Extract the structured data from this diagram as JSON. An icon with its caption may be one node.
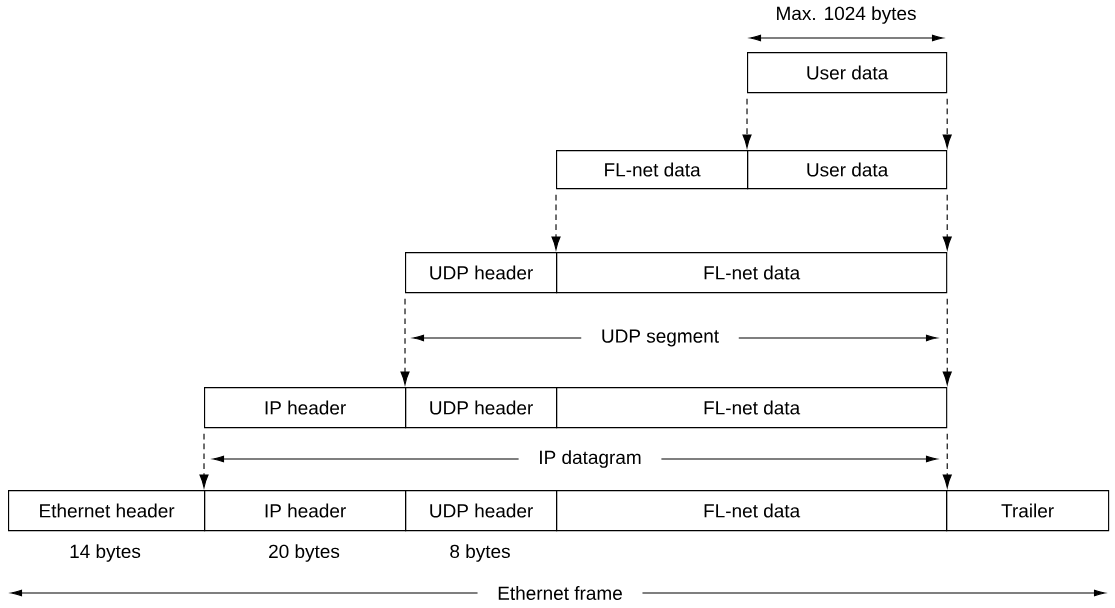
{
  "diagram": {
    "nodes": [
      {
        "text": [
          "User data"
        ]
      },
      {
        "text": [
          "FL-net data"
        ]
      },
      {
        "text": [
          "User data"
        ]
      },
      {
        "text": [
          "UDP header"
        ]
      },
      {
        "text": [
          "FL-net data"
        ]
      },
      {
        "text": [
          "IP header"
        ]
      },
      {
        "text": [
          "UDP header"
        ]
      },
      {
        "text": [
          "FL-net data"
        ]
      },
      {
        "text": [
          "Ethernet header"
        ],
        "beside": [
          "14 bytes"
        ]
      },
      {
        "text": [
          "IP header"
        ],
        "beside": [
          "20 bytes"
        ]
      },
      {
        "text": [
          "UDP header"
        ],
        "beside": [
          "8 bytes"
        ]
      },
      {
        "text": [
          "FL-net data"
        ]
      },
      {
        "text": [
          "Trailer"
        ]
      }
    ],
    "edges": [
      {
        "from": 0,
        "to": 2,
        "arrow": "to",
        "style": "dashed"
      },
      {
        "from": 0,
        "to": 2,
        "arrow": "to",
        "style": "dashed"
      },
      {
        "from": 1,
        "to": 4,
        "arrow": "to",
        "style": "dashed"
      },
      {
        "from": 2,
        "to": 4,
        "arrow": "to",
        "style": "dashed"
      },
      {
        "from": 3,
        "to": 6,
        "arrow": "to",
        "style": "dashed"
      },
      {
        "from": 4,
        "to": 7,
        "arrow": "to",
        "style": "dashed"
      },
      {
        "from": 5,
        "to": 9,
        "arrow": "to",
        "style": "dashed"
      },
      {
        "from": 7,
        "to": 11,
        "arrow": "to",
        "style": "dashed"
      }
    ],
    "labels": [
      "Max. 1024 bytes",
      "UDP segment",
      "IP datagram",
      "Ethernet frame"
    ]
  }
}
